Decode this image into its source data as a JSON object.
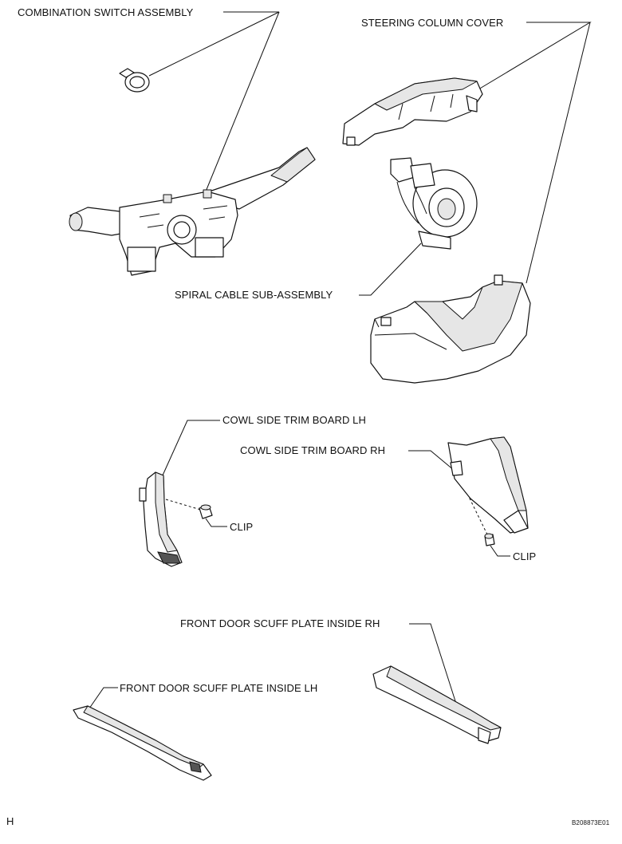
{
  "labels": {
    "combination_switch": "COMBINATION SWITCH ASSEMBLY",
    "steering_cover": "STEERING COLUMN COVER",
    "spiral_cable": "SPIRAL CABLE SUB-ASSEMBLY",
    "cowl_lh": "COWL SIDE TRIM BOARD LH",
    "cowl_rh": "COWL SIDE TRIM BOARD RH",
    "clip_left": "CLIP",
    "clip_right": "CLIP",
    "scuff_rh": "FRONT DOOR SCUFF PLATE INSIDE RH",
    "scuff_lh": "FRONT DOOR SCUFF PLATE INSIDE LH"
  },
  "footer": {
    "corner_letter": "H",
    "drawing_id": "B208873E01"
  }
}
